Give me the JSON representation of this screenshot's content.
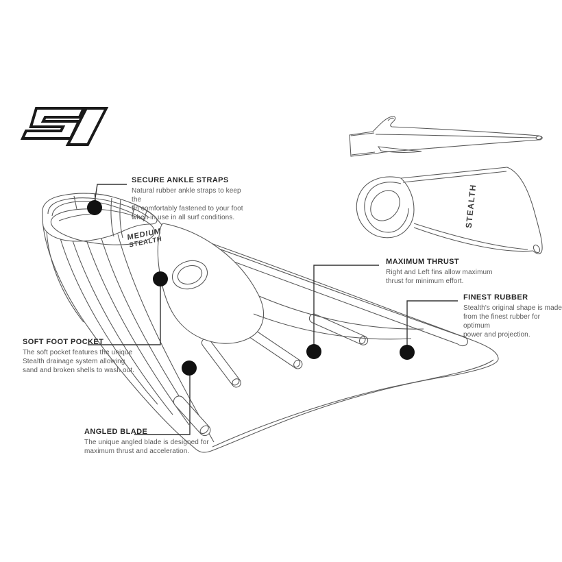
{
  "logo": {
    "text": "S1"
  },
  "brand": {
    "stamp_size": "MEDIUM",
    "stamp_model": "STEALTH",
    "stamp_brand": "STEALTH"
  },
  "callouts": [
    {
      "id": "secure-ankle-straps",
      "title": "SECURE ANKLE STRAPS",
      "body": "Natural rubber ankle straps to keep the\nfin comfortably fastened to your foot\nwhen in use in all surf conditions."
    },
    {
      "id": "maximum-thrust",
      "title": "MAXIMUM THRUST",
      "body": "Right and Left fins allow maximum\nthrust for minimum effort."
    },
    {
      "id": "finest-rubber",
      "title": "FINEST RUBBER",
      "body": "Stealth's original shape is made\nfrom the finest rubber for optimum\npower and projection."
    },
    {
      "id": "soft-foot-pocket",
      "title": "SOFT FOOT POCKET",
      "body": "The soft pocket features the unique\nStealth drainage system allowing\nsand and broken shells to wash out."
    },
    {
      "id": "angled-blade",
      "title": "ANGLED BLADE",
      "body": "The unique angled blade is designed for\nmaximum thrust and acceleration."
    }
  ],
  "colors": {
    "ink": "#262626",
    "body_text": "#595959",
    "line_art": "#5a5a5a",
    "marker": "#111111",
    "background": "#ffffff"
  }
}
